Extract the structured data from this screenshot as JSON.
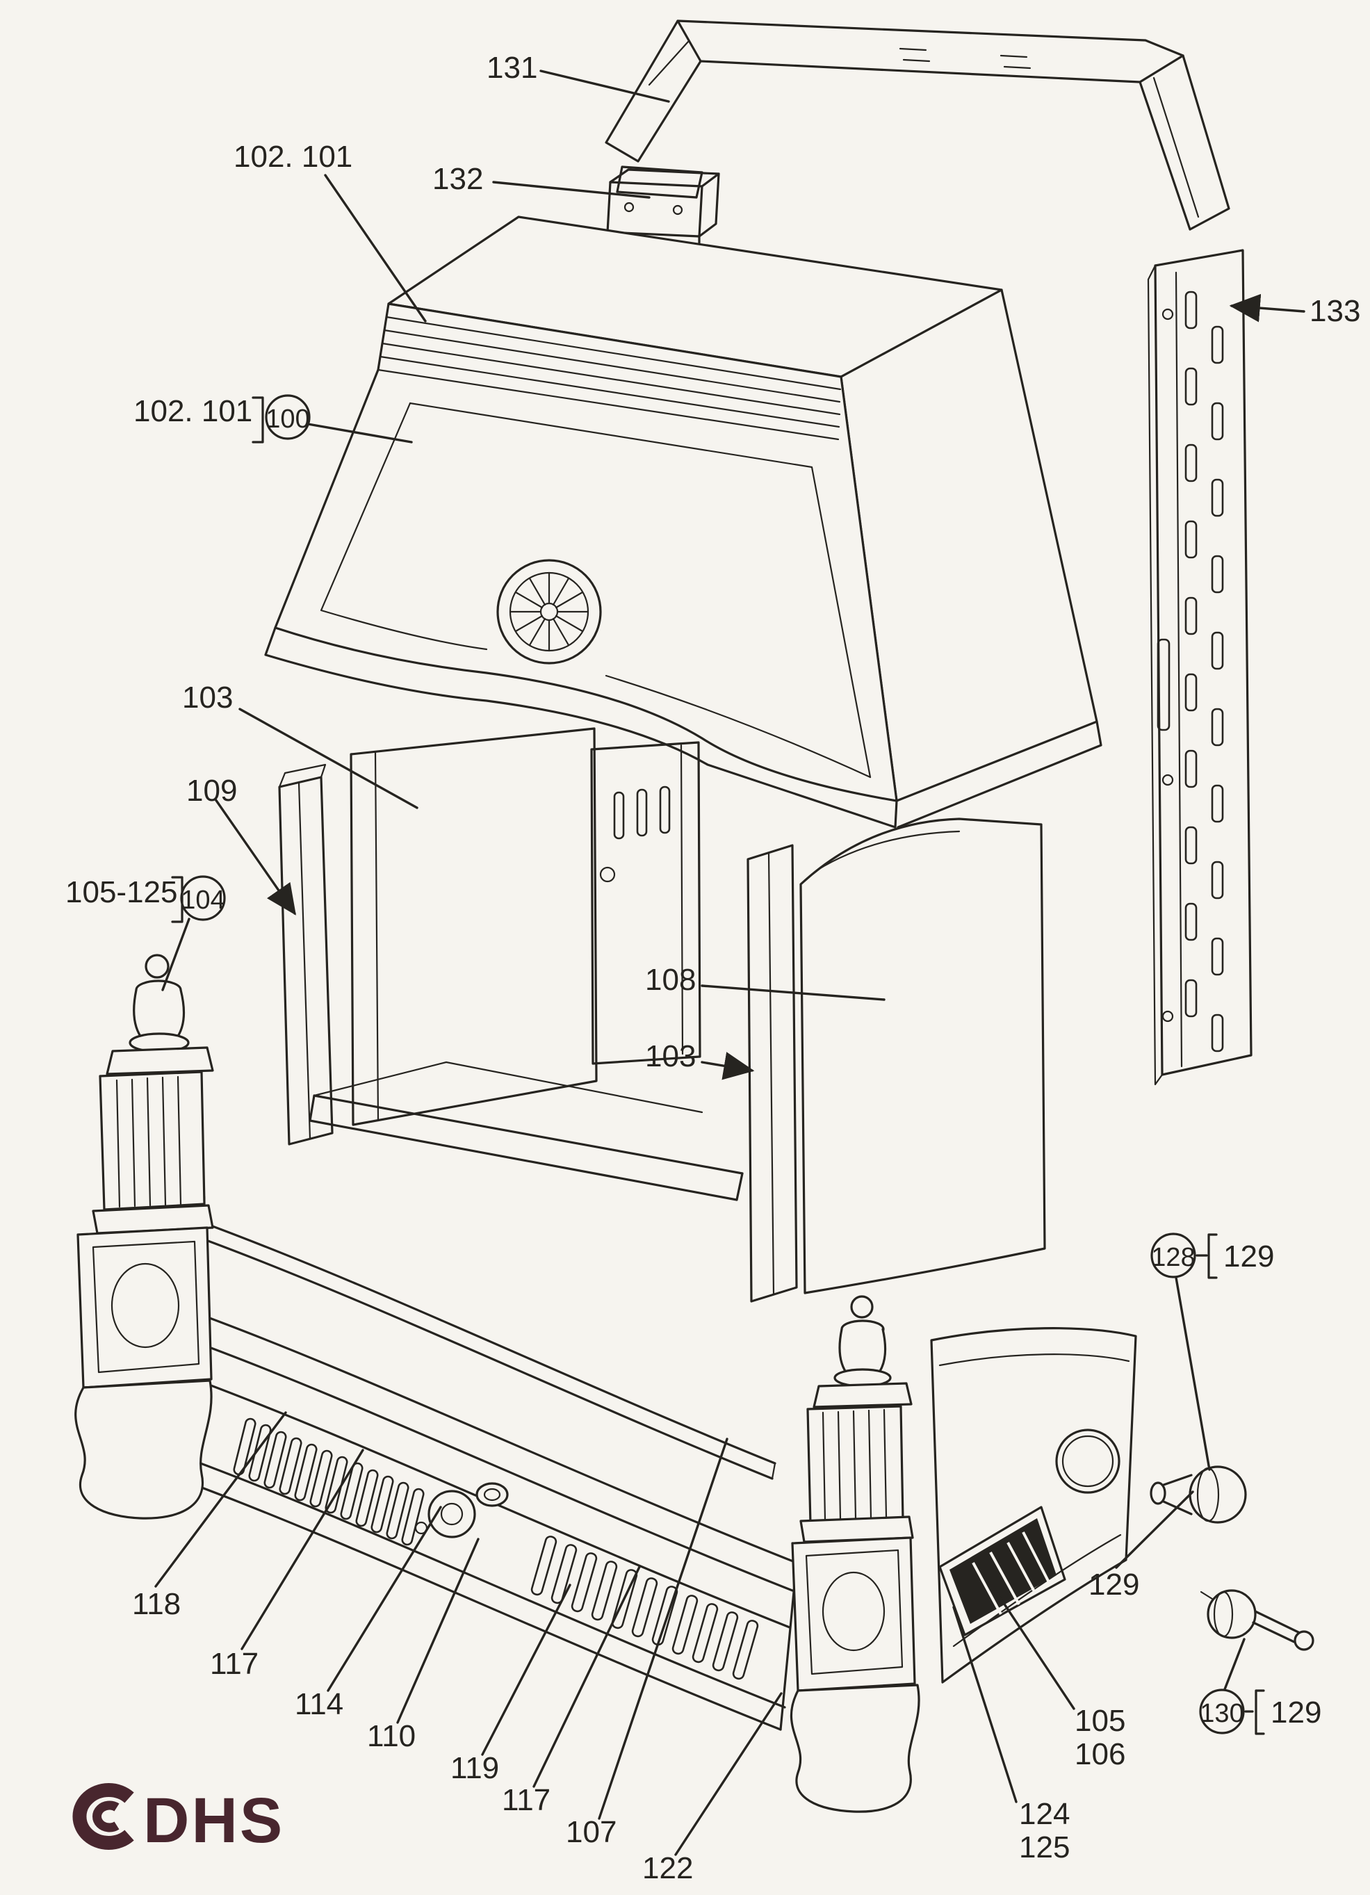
{
  "palette": {
    "bg": "#f6f4ef",
    "ink": "#262420",
    "brand": "#48262e"
  },
  "logo": {
    "text": "DHS"
  },
  "callouts": {
    "n100": "100",
    "n101_102_top": "102. 101",
    "n101_102_mid": "102. 101",
    "n103_left": "103",
    "n103_right": "103",
    "n104": "104",
    "n105": "105",
    "n105_125": "105-125",
    "n106": "106",
    "n107": "107",
    "n108": "108",
    "n109": "109",
    "n110": "110",
    "n114": "114",
    "n117_left": "117",
    "n117_right": "117",
    "n118": "118",
    "n119": "119",
    "n122": "122",
    "n124": "124",
    "n125": "125",
    "n128": "128",
    "n129_a": "129",
    "n129_b": "129",
    "n129_c": "129",
    "n130": "130",
    "n131": "131",
    "n132": "132",
    "n133": "133"
  }
}
